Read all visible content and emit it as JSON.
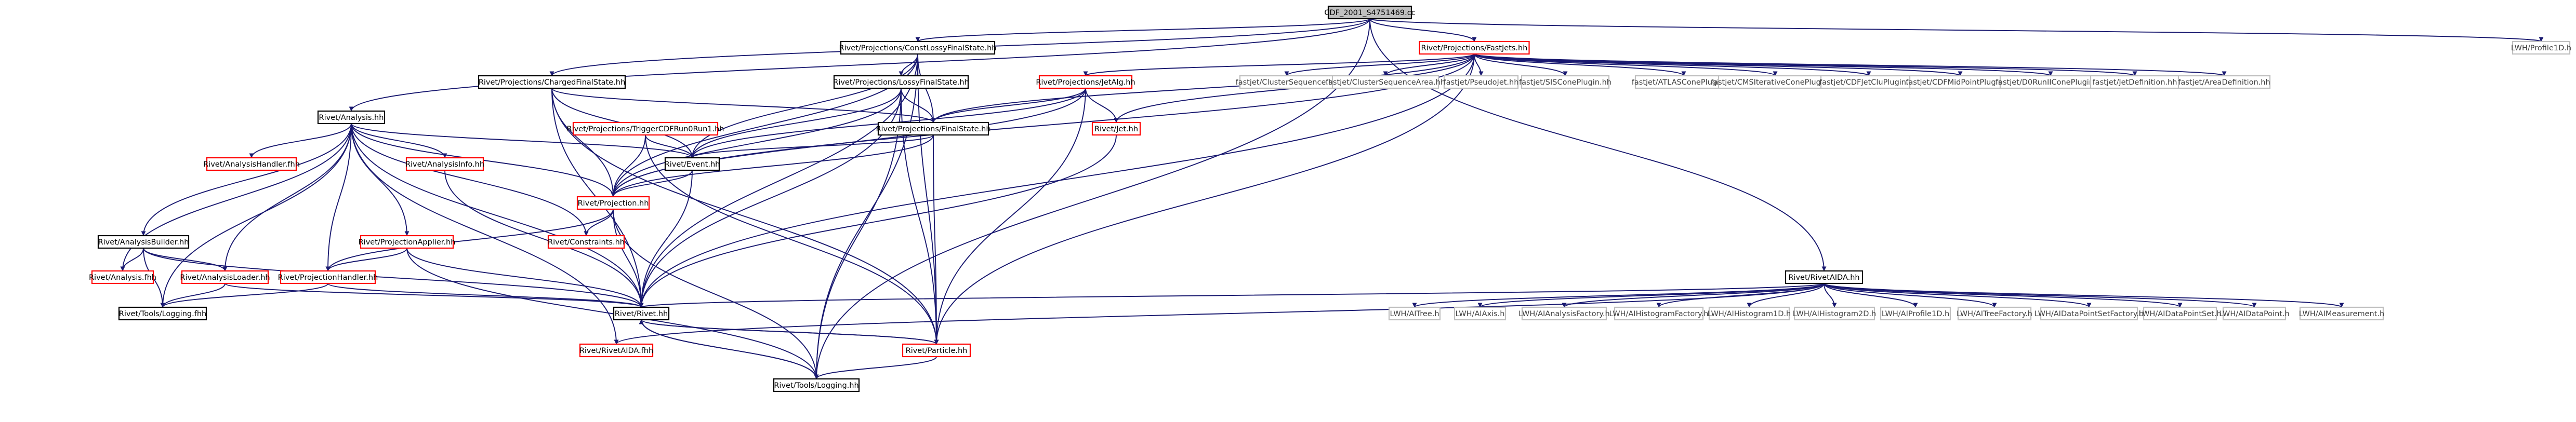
{
  "colors": {
    "edge": "#191970",
    "border_black": "#000000",
    "border_red": "#ff0000",
    "border_gray": "#bfbfbf",
    "root_fill": "#bfbfbf",
    "text": "#000000",
    "text_gray": "#3f3f3f"
  },
  "nodes": [
    {
      "id": "root",
      "label": "CDF_2001_S4751469.cc",
      "style": "root"
    },
    {
      "id": "cfs",
      "label": "Rivet/Projections/ConstLossyFinalState.hh",
      "style": "black"
    },
    {
      "id": "fastjets",
      "label": "Rivet/Projections/FastJets.hh",
      "style": "red"
    },
    {
      "id": "lwhprof",
      "label": "LWH/Profile1D.h",
      "style": "gray"
    },
    {
      "id": "chfs",
      "label": "Rivet/Projections/ChargedFinalState.hh",
      "style": "black"
    },
    {
      "id": "lossy",
      "label": "Rivet/Projections/LossyFinalState.hh",
      "style": "black"
    },
    {
      "id": "jetalg",
      "label": "Rivet/Projections/JetAlg.hh",
      "style": "red"
    },
    {
      "id": "fj_cs",
      "label": "fastjet/ClusterSequence.hh",
      "style": "gray"
    },
    {
      "id": "fj_csa",
      "label": "fastjet/ClusterSequenceArea.hh",
      "style": "gray"
    },
    {
      "id": "fj_pj",
      "label": "fastjet/PseudoJet.hh",
      "style": "gray"
    },
    {
      "id": "fj_sis",
      "label": "fastjet/SISConePlugin.hh",
      "style": "gray"
    },
    {
      "id": "fj_atlas",
      "label": "fastjet/ATLASConePlugin.hh",
      "style": "gray"
    },
    {
      "id": "fj_cms",
      "label": "fastjet/CMSIterativeConePlugin.hh",
      "style": "gray"
    },
    {
      "id": "fj_cdfclu",
      "label": "fastjet/CDFJetCluPlugin.hh",
      "style": "gray"
    },
    {
      "id": "fj_cdfmid",
      "label": "fastjet/CDFMidPointPlugin.hh",
      "style": "gray"
    },
    {
      "id": "fj_d0",
      "label": "fastjet/D0RunIIConePlugin.hh",
      "style": "gray"
    },
    {
      "id": "fj_jetdef",
      "label": "fastjet/JetDefinition.hh",
      "style": "gray"
    },
    {
      "id": "fj_areadef",
      "label": "fastjet/AreaDefinition.hh",
      "style": "gray"
    },
    {
      "id": "analysis",
      "label": "Rivet/Analysis.hh",
      "style": "black"
    },
    {
      "id": "trigger",
      "label": "Rivet/Projections/TriggerCDFRun0Run1.hh",
      "style": "red"
    },
    {
      "id": "finalstate",
      "label": "Rivet/Projections/FinalState.hh",
      "style": "black"
    },
    {
      "id": "jet",
      "label": "Rivet/Jet.hh",
      "style": "red"
    },
    {
      "id": "ahandler",
      "label": "Rivet/AnalysisHandler.fhh",
      "style": "red"
    },
    {
      "id": "event",
      "label": "Rivet/Event.hh",
      "style": "black"
    },
    {
      "id": "ainfo",
      "label": "Rivet/AnalysisInfo.hh",
      "style": "red"
    },
    {
      "id": "projection",
      "label": "Rivet/Projection.hh",
      "style": "red"
    },
    {
      "id": "abuilder",
      "label": "Rivet/AnalysisBuilder.hh",
      "style": "black"
    },
    {
      "id": "papplier",
      "label": "Rivet/ProjectionApplier.hh",
      "style": "red"
    },
    {
      "id": "constraints",
      "label": "Rivet/Constraints.hh",
      "style": "red"
    },
    {
      "id": "analysisfhh",
      "label": "Rivet/Analysis.fhh",
      "style": "red"
    },
    {
      "id": "aloader",
      "label": "Rivet/AnalysisLoader.hh",
      "style": "red"
    },
    {
      "id": "phandler",
      "label": "Rivet/ProjectionHandler.hh",
      "style": "red"
    },
    {
      "id": "toolslogfhh",
      "label": "Rivet/Tools/Logging.fhh",
      "style": "black"
    },
    {
      "id": "rivet",
      "label": "Rivet/Rivet.hh",
      "style": "black"
    },
    {
      "id": "rivetaida",
      "label": "Rivet/RivetAIDA.hh",
      "style": "black"
    },
    {
      "id": "aidafhh",
      "label": "Rivet/RivetAIDA.fhh",
      "style": "red"
    },
    {
      "id": "particle",
      "label": "Rivet/Particle.hh",
      "style": "red"
    },
    {
      "id": "logging",
      "label": "Rivet/Tools/Logging.hh",
      "style": "black"
    },
    {
      "id": "lwh_tree",
      "label": "LWH/AITree.h",
      "style": "gray"
    },
    {
      "id": "lwh_axis",
      "label": "LWH/AIAxis.h",
      "style": "gray"
    },
    {
      "id": "lwh_af",
      "label": "LWH/AIAnalysisFactory.h",
      "style": "gray"
    },
    {
      "id": "lwh_hf",
      "label": "LWH/AIHistogramFactory.h",
      "style": "gray"
    },
    {
      "id": "lwh_h1",
      "label": "LWH/AIHistogram1D.h",
      "style": "gray"
    },
    {
      "id": "lwh_h2",
      "label": "LWH/AIHistogram2D.h",
      "style": "gray"
    },
    {
      "id": "lwh_p1",
      "label": "LWH/AIProfile1D.h",
      "style": "gray"
    },
    {
      "id": "lwh_tf",
      "label": "LWH/AITreeFactory.h",
      "style": "gray"
    },
    {
      "id": "lwh_dpsf",
      "label": "LWH/AIDataPointSetFactory.h",
      "style": "gray"
    },
    {
      "id": "lwh_dps",
      "label": "LWH/AIDataPointSet.h",
      "style": "gray"
    },
    {
      "id": "lwh_dp",
      "label": "LWH/AIDataPoint.h",
      "style": "gray"
    },
    {
      "id": "lwh_meas",
      "label": "LWH/AIMeasurement.h",
      "style": "gray"
    }
  ],
  "edges": [
    [
      "root",
      "cfs"
    ],
    [
      "root",
      "fastjets"
    ],
    [
      "root",
      "lwhprof"
    ],
    [
      "root",
      "chfs"
    ],
    [
      "root",
      "analysis"
    ],
    [
      "root",
      "rivetaida"
    ],
    [
      "root",
      "logging"
    ],
    [
      "cfs",
      "lossy"
    ],
    [
      "cfs",
      "finalstate"
    ],
    [
      "cfs",
      "projection"
    ],
    [
      "cfs",
      "event"
    ],
    [
      "cfs",
      "rivet"
    ],
    [
      "cfs",
      "particle"
    ],
    [
      "cfs",
      "logging"
    ],
    [
      "fastjets",
      "jetalg"
    ],
    [
      "fastjets",
      "finalstate"
    ],
    [
      "fastjets",
      "jet"
    ],
    [
      "fastjets",
      "particle"
    ],
    [
      "fastjets",
      "rivet"
    ],
    [
      "fastjets",
      "projection"
    ],
    [
      "fastjets",
      "fj_cs"
    ],
    [
      "fastjets",
      "fj_csa"
    ],
    [
      "fastjets",
      "fj_pj"
    ],
    [
      "fastjets",
      "fj_sis"
    ],
    [
      "fastjets",
      "fj_atlas"
    ],
    [
      "fastjets",
      "fj_cms"
    ],
    [
      "fastjets",
      "fj_cdfclu"
    ],
    [
      "fastjets",
      "fj_cdfmid"
    ],
    [
      "fastjets",
      "fj_d0"
    ],
    [
      "fastjets",
      "fj_jetdef"
    ],
    [
      "fastjets",
      "fj_areadef"
    ],
    [
      "chfs",
      "finalstate"
    ],
    [
      "chfs",
      "projection"
    ],
    [
      "chfs",
      "event"
    ],
    [
      "chfs",
      "rivet"
    ],
    [
      "chfs",
      "particle"
    ],
    [
      "lossy",
      "finalstate"
    ],
    [
      "lossy",
      "projection"
    ],
    [
      "lossy",
      "event"
    ],
    [
      "lossy",
      "rivet"
    ],
    [
      "lossy",
      "particle"
    ],
    [
      "lossy",
      "logging"
    ],
    [
      "jetalg",
      "finalstate"
    ],
    [
      "jetalg",
      "jet"
    ],
    [
      "jetalg",
      "projection"
    ],
    [
      "jetalg",
      "event"
    ],
    [
      "jetalg",
      "particle"
    ],
    [
      "analysis",
      "ahandler"
    ],
    [
      "analysis",
      "event"
    ],
    [
      "analysis",
      "ainfo"
    ],
    [
      "analysis",
      "projection"
    ],
    [
      "analysis",
      "abuilder"
    ],
    [
      "analysis",
      "papplier"
    ],
    [
      "analysis",
      "constraints"
    ],
    [
      "analysis",
      "analysisfhh"
    ],
    [
      "analysis",
      "aloader"
    ],
    [
      "analysis",
      "phandler"
    ],
    [
      "analysis",
      "toolslogfhh"
    ],
    [
      "analysis",
      "rivet"
    ],
    [
      "analysis",
      "aidafhh"
    ],
    [
      "trigger",
      "projection"
    ],
    [
      "trigger",
      "event"
    ],
    [
      "trigger",
      "particle"
    ],
    [
      "finalstate",
      "projection"
    ],
    [
      "finalstate",
      "event"
    ],
    [
      "finalstate",
      "particle"
    ],
    [
      "jet",
      "rivet"
    ],
    [
      "event",
      "projection"
    ],
    [
      "event",
      "rivet"
    ],
    [
      "ainfo",
      "rivet"
    ],
    [
      "projection",
      "constraints"
    ],
    [
      "projection",
      "phandler"
    ],
    [
      "projection",
      "rivet"
    ],
    [
      "projection",
      "logging"
    ],
    [
      "abuilder",
      "analysisfhh"
    ],
    [
      "abuilder",
      "aloader"
    ],
    [
      "abuilder",
      "toolslogfhh"
    ],
    [
      "abuilder",
      "rivet"
    ],
    [
      "papplier",
      "phandler"
    ],
    [
      "papplier",
      "rivet"
    ],
    [
      "papplier",
      "logging"
    ],
    [
      "aloader",
      "toolslogfhh"
    ],
    [
      "aloader",
      "rivet"
    ],
    [
      "phandler",
      "rivet"
    ],
    [
      "phandler",
      "toolslogfhh"
    ],
    [
      "rivet",
      "particle"
    ],
    [
      "rivet",
      "logging"
    ],
    [
      "particle",
      "rivet"
    ],
    [
      "particle",
      "logging"
    ],
    [
      "logging",
      "rivet"
    ],
    [
      "rivetaida",
      "rivet"
    ],
    [
      "rivetaida",
      "aidafhh"
    ],
    [
      "rivetaida",
      "lwh_tree"
    ],
    [
      "rivetaida",
      "lwh_axis"
    ],
    [
      "rivetaida",
      "lwh_af"
    ],
    [
      "rivetaida",
      "lwh_hf"
    ],
    [
      "rivetaida",
      "lwh_h1"
    ],
    [
      "rivetaida",
      "lwh_h2"
    ],
    [
      "rivetaida",
      "lwh_p1"
    ],
    [
      "rivetaida",
      "lwh_tf"
    ],
    [
      "rivetaida",
      "lwh_dpsf"
    ],
    [
      "rivetaida",
      "lwh_dps"
    ],
    [
      "rivetaida",
      "lwh_dp"
    ],
    [
      "rivetaida",
      "lwh_meas"
    ]
  ]
}
